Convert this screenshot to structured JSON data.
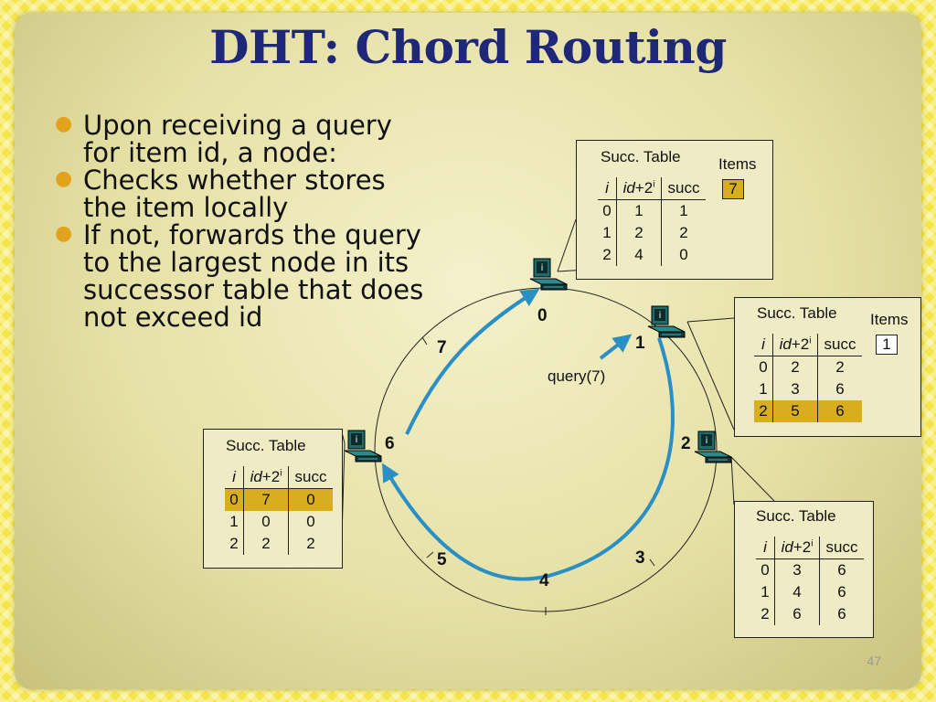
{
  "title": "DHT: Chord Routing",
  "bullets": [
    "Upon receiving a query for item id, a node:",
    "Checks whether stores the item locally",
    "If not, forwards the query to the largest node in its successor table that does not exceed id"
  ],
  "nodes": {
    "n0": "0",
    "n1": "1",
    "n2": "2",
    "n3": "3",
    "n4": "4",
    "n5": "5",
    "n6": "6",
    "n7": "7"
  },
  "query_label": "query(7)",
  "succ_table_label": "Succ. Table",
  "items_label": "Items",
  "columns": {
    "i": "i",
    "id": "id",
    "plus2": "+2",
    "sup": "i",
    "succ": "succ"
  },
  "tables": {
    "node0": {
      "rows": [
        [
          "0",
          "1",
          "1"
        ],
        [
          "1",
          "2",
          "2"
        ],
        [
          "2",
          "4",
          "0"
        ]
      ],
      "items": "7"
    },
    "node1": {
      "rows": [
        [
          "0",
          "2",
          "2"
        ],
        [
          "1",
          "3",
          "6"
        ],
        [
          "2",
          "5",
          "6"
        ]
      ],
      "items": "1"
    },
    "node3": {
      "rows": [
        [
          "0",
          "3",
          "6"
        ],
        [
          "1",
          "4",
          "6"
        ],
        [
          "2",
          "6",
          "6"
        ]
      ]
    },
    "node6": {
      "rows": [
        [
          "0",
          "7",
          "0"
        ],
        [
          "1",
          "0",
          "0"
        ],
        [
          "2",
          "2",
          "2"
        ]
      ]
    }
  },
  "page_number": "47",
  "colors": {
    "title": "#1f2778",
    "arrow": "#2a8fc4",
    "highlight": "#d8ad1f",
    "bullet": "#e3a21b"
  }
}
